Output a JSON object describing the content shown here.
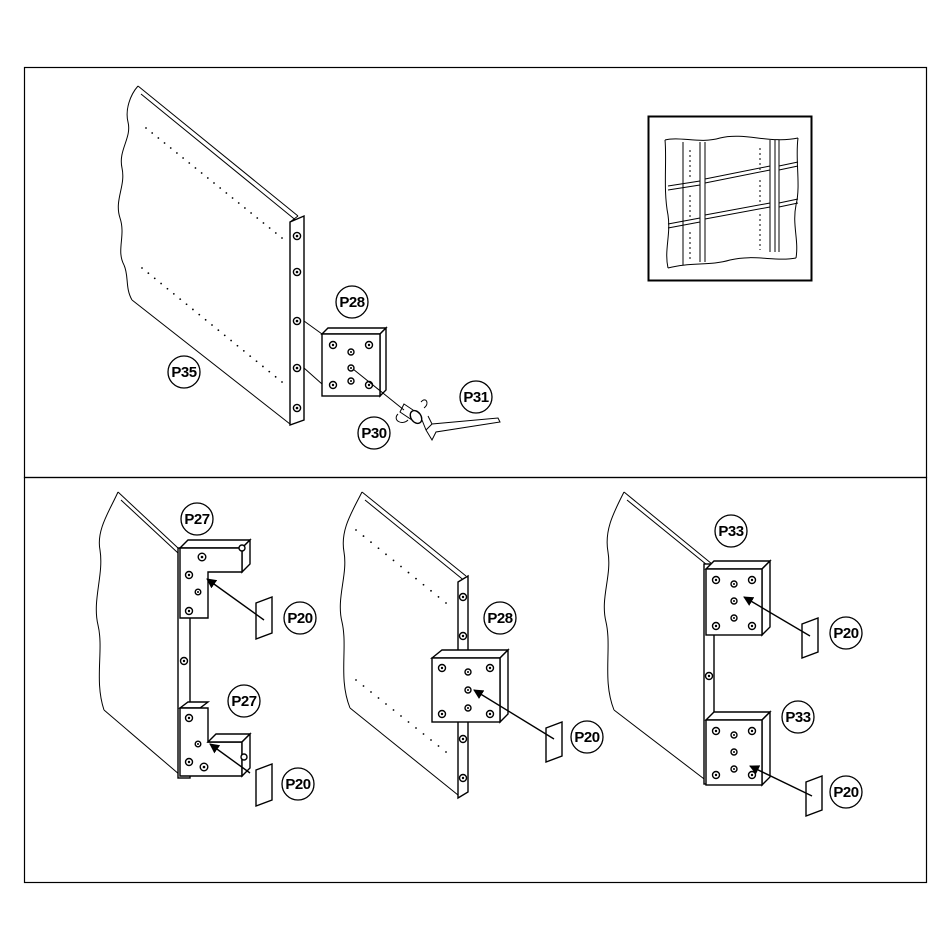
{
  "top_panel": {
    "main_panel_label": "P35",
    "bracket_label": "P28",
    "screw_label": "P30",
    "key_label": "P31"
  },
  "inset": {
    "icon": "bookcase-shelving-icon"
  },
  "step_left": {
    "upper_bracket_label": "P27",
    "lower_bracket_label": "P27",
    "upper_pad_label": "P20",
    "lower_pad_label": "P20"
  },
  "step_middle": {
    "plate_label": "P28",
    "pad_label": "P20"
  },
  "step_right": {
    "upper_plate_label": "P33",
    "lower_plate_label": "P33",
    "upper_pad_label": "P20",
    "lower_pad_label": "P20"
  }
}
